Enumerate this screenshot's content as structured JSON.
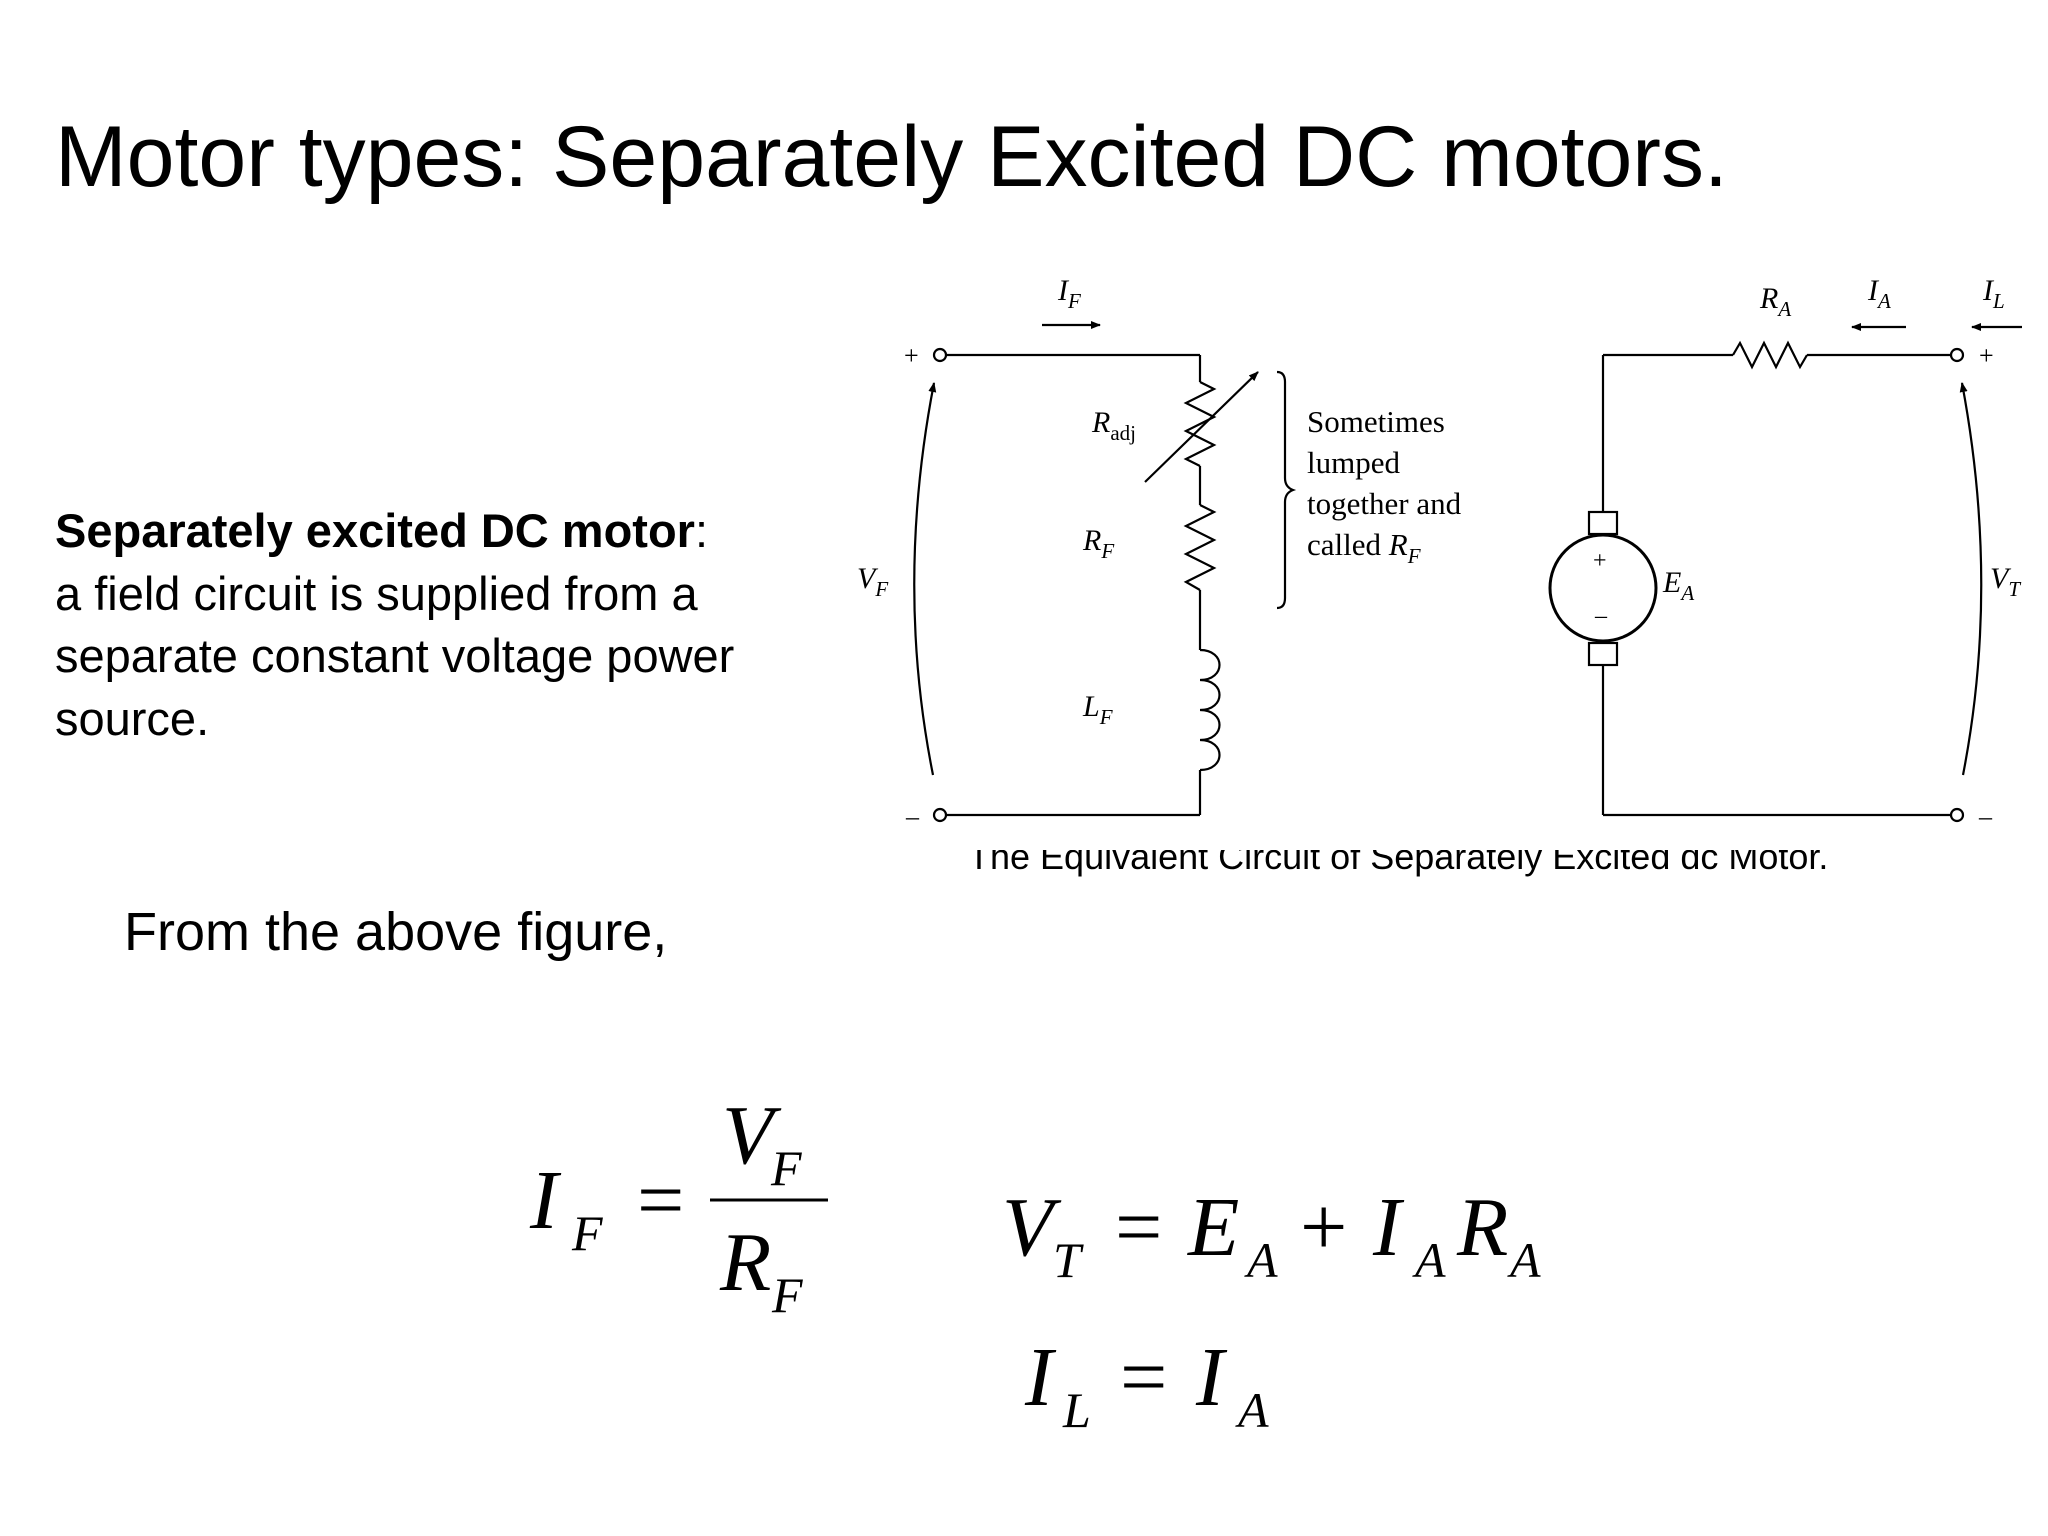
{
  "slide": {
    "title": "Motor types: Separately Excited DC motors.",
    "description": {
      "term": "Separately excited DC motor",
      "colon": ":",
      "text": "a field circuit is supplied from a separate constant voltage power source."
    },
    "lead_in": "From the above figure,",
    "caption": "The Equivalent Circuit of Separately Excited dc Motor."
  },
  "circuit": {
    "labels": {
      "i_f": "I",
      "i_f_sub": "F",
      "r_a": "R",
      "r_a_sub": "A",
      "i_a": "I",
      "i_a_sub": "A",
      "i_l": "I",
      "i_l_sub": "L",
      "r_adj": "R",
      "r_adj_sub": "adj",
      "r_f": "R",
      "r_f_sub": "F",
      "l_f": "L",
      "l_f_sub": "F",
      "v_f": "V",
      "v_f_sub": "F",
      "v_t": "V",
      "v_t_sub": "T",
      "e_a": "E",
      "e_a_sub": "A",
      "plus": "+",
      "minus": "–"
    },
    "note": {
      "line1": "Sometimes",
      "line2": "lumped",
      "line3": "together and",
      "line4": "called ",
      "line4_symbol": "R",
      "line4_sub": "F"
    }
  },
  "equations": {
    "eq1": {
      "lhs": "I",
      "lhs_sub": "F",
      "op": "=",
      "num": "V",
      "num_sub": "F",
      "den": "R",
      "den_sub": "F"
    },
    "eq2": {
      "lhs": "V",
      "lhs_sub": "T",
      "op": "=",
      "t1": "E",
      "t1_sub": "A",
      "plus": "+",
      "t2": "I",
      "t2_sub": "A",
      "t3": "R",
      "t3_sub": "A"
    },
    "eq3": {
      "lhs": "I",
      "lhs_sub": "L",
      "op": "=",
      "rhs": "I",
      "rhs_sub": "A"
    }
  }
}
